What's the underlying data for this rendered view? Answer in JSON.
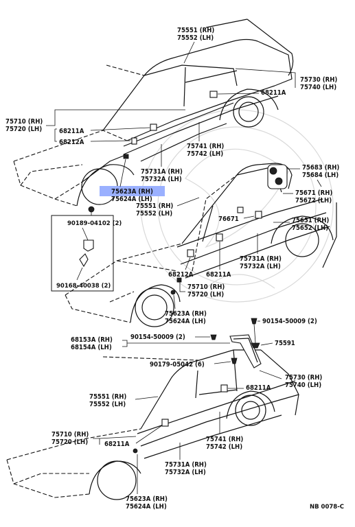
{
  "diagram_code": "NB 0078-C",
  "colors": {
    "highlight": "#9ab0ff",
    "ink": "#111111"
  },
  "top_view": {
    "p75551": "75551 (RH)",
    "p75552": "75552 (LH)",
    "p75730": "75730 (RH)",
    "p75740": "75740 (LH)",
    "p68211A_right": "68211A",
    "p75710": "75710 (RH)",
    "p75720": "75720 (LH)",
    "p68211A_left": "68211A",
    "p68212A": "68212A",
    "p75741": "75741 (RH)",
    "p75742": "75742 (LH)",
    "p75731A": "75731A (RH)",
    "p75732A": "75732A (LH)",
    "p75623A": "75623A (RH)",
    "p75624A": "75624A (LH)"
  },
  "inset": {
    "p90189": "90189-04102 (2)",
    "p90168": "90168-40038 (2)"
  },
  "middle_view": {
    "p75683": "75683 (RH)",
    "p75684": "75684 (LH)",
    "p75671": "75671 (RH)",
    "p75672": "75672 (LH)",
    "p75551": "75551 (RH)",
    "p75552": "75552 (LH)",
    "p76671": "76671",
    "p75651": "75651 (RH)",
    "p75652": "75652 (LH)",
    "p75731A": "75731A (RH)",
    "p75732A": "75732A (LH)",
    "p68212A": "68212A",
    "p68211A": "68211A",
    "p75710": "75710 (RH)",
    "p75720": "75720 (LH)",
    "p75623A": "75623A (RH)",
    "p75624A": "75624A (LH)"
  },
  "bottom_view": {
    "p90154_right": "90154-50009 (2)",
    "p68153A": "68153A (RH)",
    "p68154A": "68154A (LH)",
    "p90154_left": "90154-50009 (2)",
    "p75591": "75591",
    "p90179": "90179-05042 (6)",
    "p75730": "75730 (RH)",
    "p75740": "75740 (LH)",
    "p75551": "75551 (RH)",
    "p75552": "75552 (LH)",
    "p68211A": "68211A",
    "p75710": "75710 (RH)",
    "p75720": "75720 (LH)",
    "p75741": "75741 (RH)",
    "p75742": "75742 (LH)",
    "p75731A": "75731A (RH)",
    "p75732A": "75732A (LH)",
    "p75623A": "75623A (RH)",
    "p75624A": "75624A (LH)"
  }
}
